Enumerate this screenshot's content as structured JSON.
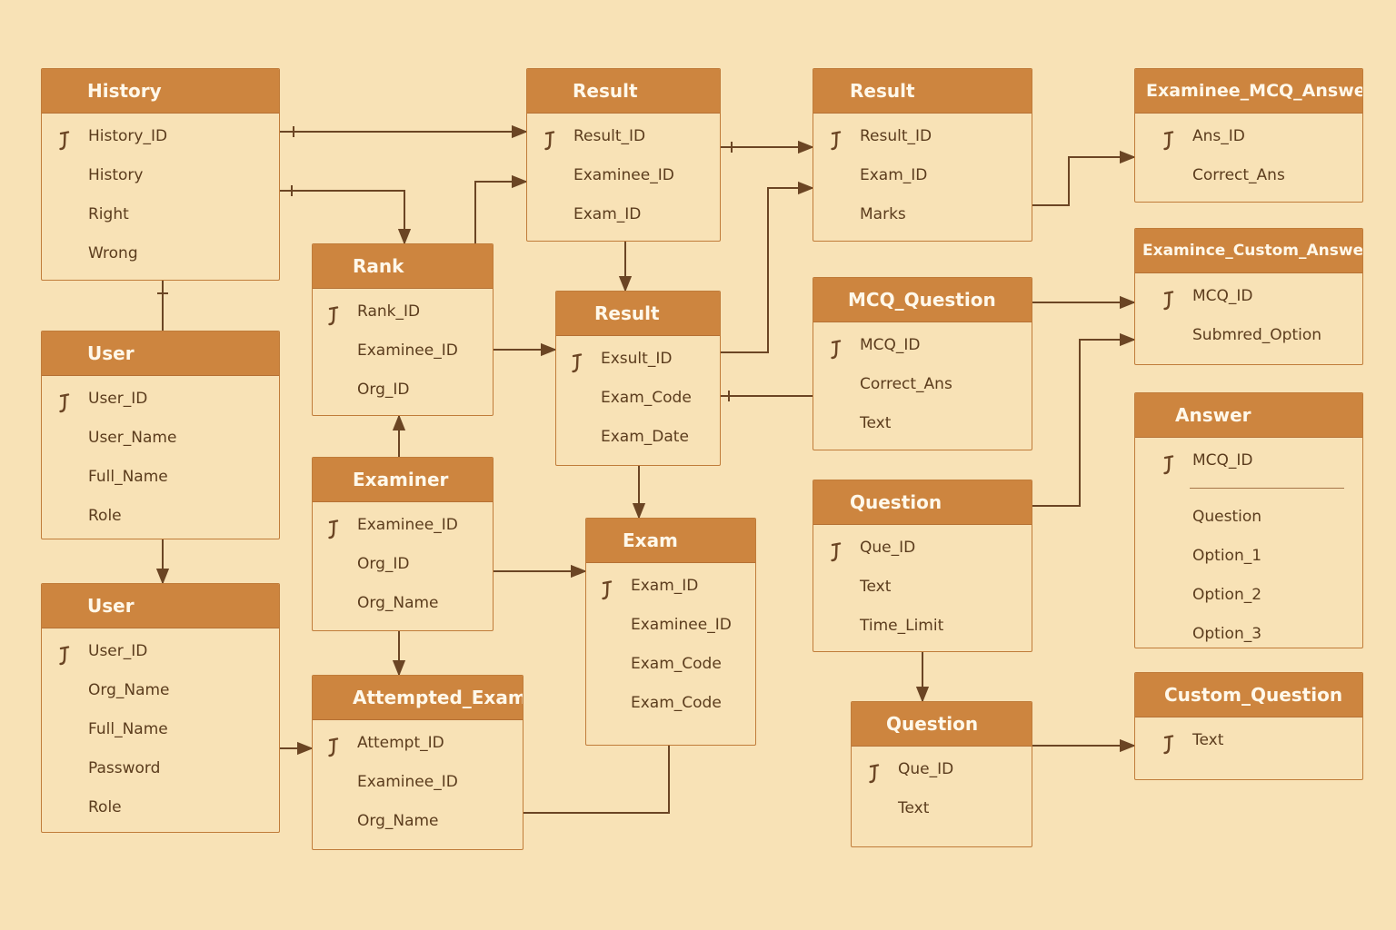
{
  "colors": {
    "background": "#f8e2b6",
    "header": "#cd853f",
    "header_text": "#fff8ea",
    "border": "#c07c3a",
    "line": "#6b4524",
    "field_text": "#5b3c1d"
  },
  "entities": [
    {
      "id": "history",
      "title": "History",
      "fields": [
        {
          "name": "History_ID",
          "key": true
        },
        {
          "name": "History"
        },
        {
          "name": "Right"
        },
        {
          "name": "Wrong"
        }
      ]
    },
    {
      "id": "user-a",
      "title": "User",
      "fields": [
        {
          "name": "User_ID",
          "key": true
        },
        {
          "name": "User_Name"
        },
        {
          "name": "Full_Name"
        },
        {
          "name": "Role"
        }
      ]
    },
    {
      "id": "user-b",
      "title": "User",
      "fields": [
        {
          "name": "User_ID",
          "key": true
        },
        {
          "name": "Org_Name"
        },
        {
          "name": "Full_Name"
        },
        {
          "name": "Password"
        },
        {
          "name": "Role"
        }
      ]
    },
    {
      "id": "rank",
      "title": "Rank",
      "fields": [
        {
          "name": "Rank_ID",
          "key": true
        },
        {
          "name": "Examinee_ID"
        },
        {
          "name": "Org_ID"
        }
      ]
    },
    {
      "id": "examiner",
      "title": "Examiner",
      "fields": [
        {
          "name": "Examinee_ID",
          "key": true
        },
        {
          "name": "Org_ID"
        },
        {
          "name": "Org_Name"
        }
      ]
    },
    {
      "id": "attempted-exam",
      "title": "Attempted_Exam",
      "fields": [
        {
          "name": "Attempt_ID",
          "key": true
        },
        {
          "name": "Examinee_ID"
        },
        {
          "name": "Org_Name"
        }
      ]
    },
    {
      "id": "result-a",
      "title": "Result",
      "fields": [
        {
          "name": "Result_ID",
          "key": true
        },
        {
          "name": "Examinee_ID"
        },
        {
          "name": "Exam_ID"
        }
      ]
    },
    {
      "id": "result-b",
      "title": "Result",
      "fields": [
        {
          "name": "Exsult_ID",
          "key": true
        },
        {
          "name": "Exam_Code"
        },
        {
          "name": "Exam_Date"
        }
      ]
    },
    {
      "id": "exam",
      "title": "Exam",
      "fields": [
        {
          "name": "Exam_ID",
          "key": true
        },
        {
          "name": "Examinee_ID"
        },
        {
          "name": "Exam_Code"
        },
        {
          "name": "Exam_Code"
        }
      ]
    },
    {
      "id": "result-c",
      "title": "Result",
      "fields": [
        {
          "name": "Result_ID",
          "key": true
        },
        {
          "name": "Exam_ID"
        },
        {
          "name": "Marks"
        }
      ]
    },
    {
      "id": "mcq-question",
      "title": "MCQ_Question",
      "fields": [
        {
          "name": "MCQ_ID",
          "key": true
        },
        {
          "name": "Correct_Ans"
        },
        {
          "name": "Text"
        }
      ]
    },
    {
      "id": "question-a",
      "title": "Question",
      "fields": [
        {
          "name": "Que_ID",
          "key": true
        },
        {
          "name": "Text"
        },
        {
          "name": "Time_Limit"
        }
      ]
    },
    {
      "id": "question-b",
      "title": "Question",
      "fields": [
        {
          "name": "Que_ID",
          "key": true
        },
        {
          "name": "Text"
        }
      ]
    },
    {
      "id": "examinee-mcq-answer",
      "title": "Examinee_MCQ_Answer",
      "fields": [
        {
          "name": "Ans_ID",
          "key": true
        },
        {
          "name": "Correct_Ans"
        }
      ]
    },
    {
      "id": "examince-custom-answer",
      "title": "Examince_Custom_Answer",
      "fields": [
        {
          "name": "MCQ_ID",
          "key": true
        },
        {
          "name": "Submred_Option"
        }
      ]
    },
    {
      "id": "answer",
      "title": "Answer",
      "fields": [
        {
          "name": "MCQ_ID",
          "key": true
        },
        {
          "separator": true
        },
        {
          "name": "Question"
        },
        {
          "name": "Option_1"
        },
        {
          "name": "Option_2"
        },
        {
          "name": "Option_3"
        }
      ]
    },
    {
      "id": "custom-question",
      "title": "Custom_Question",
      "fields": [
        {
          "name": "Text",
          "key": true
        }
      ]
    }
  ]
}
